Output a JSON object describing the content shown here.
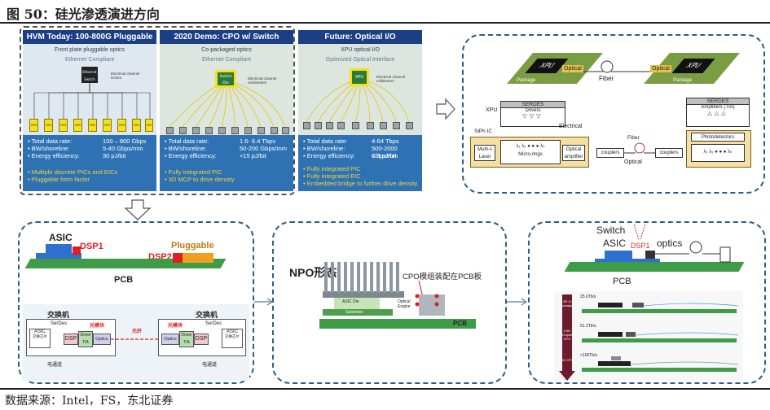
{
  "figure": {
    "title": "图 50：硅光渗透演进方向",
    "source": "数据来源：Intel，FS，东北证券"
  },
  "panels": [
    {
      "header": "HVM Today: 100-800G Pluggable",
      "subtitle": "Front plate pluggable optics",
      "subtitle2": "Ethernet Compliant",
      "chip_label": "Ethernet Switch",
      "side_note": "Electrical channel inches",
      "module_label": "OPO",
      "specs": [
        {
          "k": "Total data rate:",
          "v": "100 – 800 Gbps"
        },
        {
          "k": "BW/shoreline:",
          "v": "5-40 Gbps/mm"
        },
        {
          "k": "Energy efficiency:",
          "v": "30 pJ/bit"
        }
      ],
      "notes": [
        "Multiple discrete PICs and EICs",
        "Pluggable form factor"
      ]
    },
    {
      "header": "2020 Demo: CPO w/ Switch",
      "subtitle": "Co-packaged optics",
      "subtitle2": "Ethernet Compliant",
      "chip_label": "Switch Die",
      "side_note": "Electrical channel centimeters",
      "specs": [
        {
          "k": "Total data rate:",
          "v": "1.6- 6.4 Tbps"
        },
        {
          "k": "BW/shoreline:",
          "v": "50-200 Gbps/mm"
        },
        {
          "k": "Energy efficiency:",
          "v": "<15 pJ/bit"
        }
      ],
      "notes": [
        "Fully integrated PIC",
        "3D MCP to drive density"
      ]
    },
    {
      "header": "Future: Optical I/O",
      "subtitle": "XPU optical I/O",
      "subtitle2": "Optimized Optical Interface",
      "chip_label": "XPU",
      "side_note": "Electrical channel millimeters",
      "specs": [
        {
          "k": "Total data rate:",
          "v": "4-64 Tbps"
        },
        {
          "k": "BW/shoreline:",
          "v": "500-2000 Gbps/mm"
        },
        {
          "k": "Energy efficiency:",
          "v": "< 3 pJ/bit"
        }
      ],
      "notes": [
        "Fully integrated PIC",
        "Fully integrated EIC",
        "Embedded bridge to further drive density"
      ]
    }
  ],
  "optical_io": {
    "xpu": "XPU",
    "optical": "Optical",
    "package": "Package",
    "fiber": "Fiber",
    "serdes": "SERDES",
    "drivers": "Drivers",
    "electrical": "Electrical",
    "siph_ic": "SiPh IC",
    "multi_laser": "Multi-λ Laser",
    "micro_rings": "Micro-rings",
    "optical_amplifier": "Optical amplifier",
    "couplers": "couplers",
    "fiber2": "Fiber",
    "optical2": "Optical",
    "serdes2": "SERDES",
    "amplifiers": "Amplifiers (TIA)",
    "photodetectors": "Photodetectors",
    "lambda": [
      "λ₁",
      "λ₂",
      "λₙ"
    ],
    "dots": "● ● ●"
  },
  "pluggable": {
    "asic": "ASIC",
    "dsp1": "DSP1",
    "pluggable": "Pluggable",
    "dsp2": "DSP2",
    "pcb": "PCB",
    "switch_left": "交换机",
    "switch_right": "交换机",
    "serdes": "SerDes",
    "optical_module": "光模块",
    "asic_chip": "ASIC",
    "asic_chip_cn": "交换芯片",
    "dsp": "DSP",
    "driver_tia": "Driver TIA",
    "optics": "Optics",
    "fiber_cn": "光纤",
    "elec_channel": "电通道",
    "optics2": "Optics",
    "driver_tia2": "Driver TIA",
    "dsp_r": "DSP"
  },
  "npo": {
    "title": "NPO形态",
    "callout": "CPO模组装配在PCB板",
    "pcb": "PCB",
    "substrate": "Substrate",
    "asic_die": "ASIC Die",
    "optical_engine": "Optical Engine"
  },
  "cpo": {
    "switch": "Switch",
    "asic": "ASIC",
    "dsp1": "DSP1",
    "optics": "optics",
    "pcb": "PCB",
    "rows": [
      {
        "tag": "2.5D Co-packaged",
        "speed": "25.6Tb/s"
      },
      {
        "tag": "2.5D Chiplet CPO",
        "speed": "51.2Tb/s"
      },
      {
        "tag": "3D CPO",
        "speed": ">100Tb/s"
      }
    ]
  },
  "colors": {
    "panel_blue": "#2e72b4",
    "header_navy": "#1b3e85",
    "dash_blue": "#2b5f82",
    "pcb_green": "#3e9b48",
    "chip_yellow": "#f4e21c",
    "dsp_red": "#e02020",
    "asic_blue": "#2f6fd0",
    "pluggable_orange": "#f0a020",
    "serdes_gray": "#bfbfbf",
    "lavender": "#cfd0ef"
  }
}
